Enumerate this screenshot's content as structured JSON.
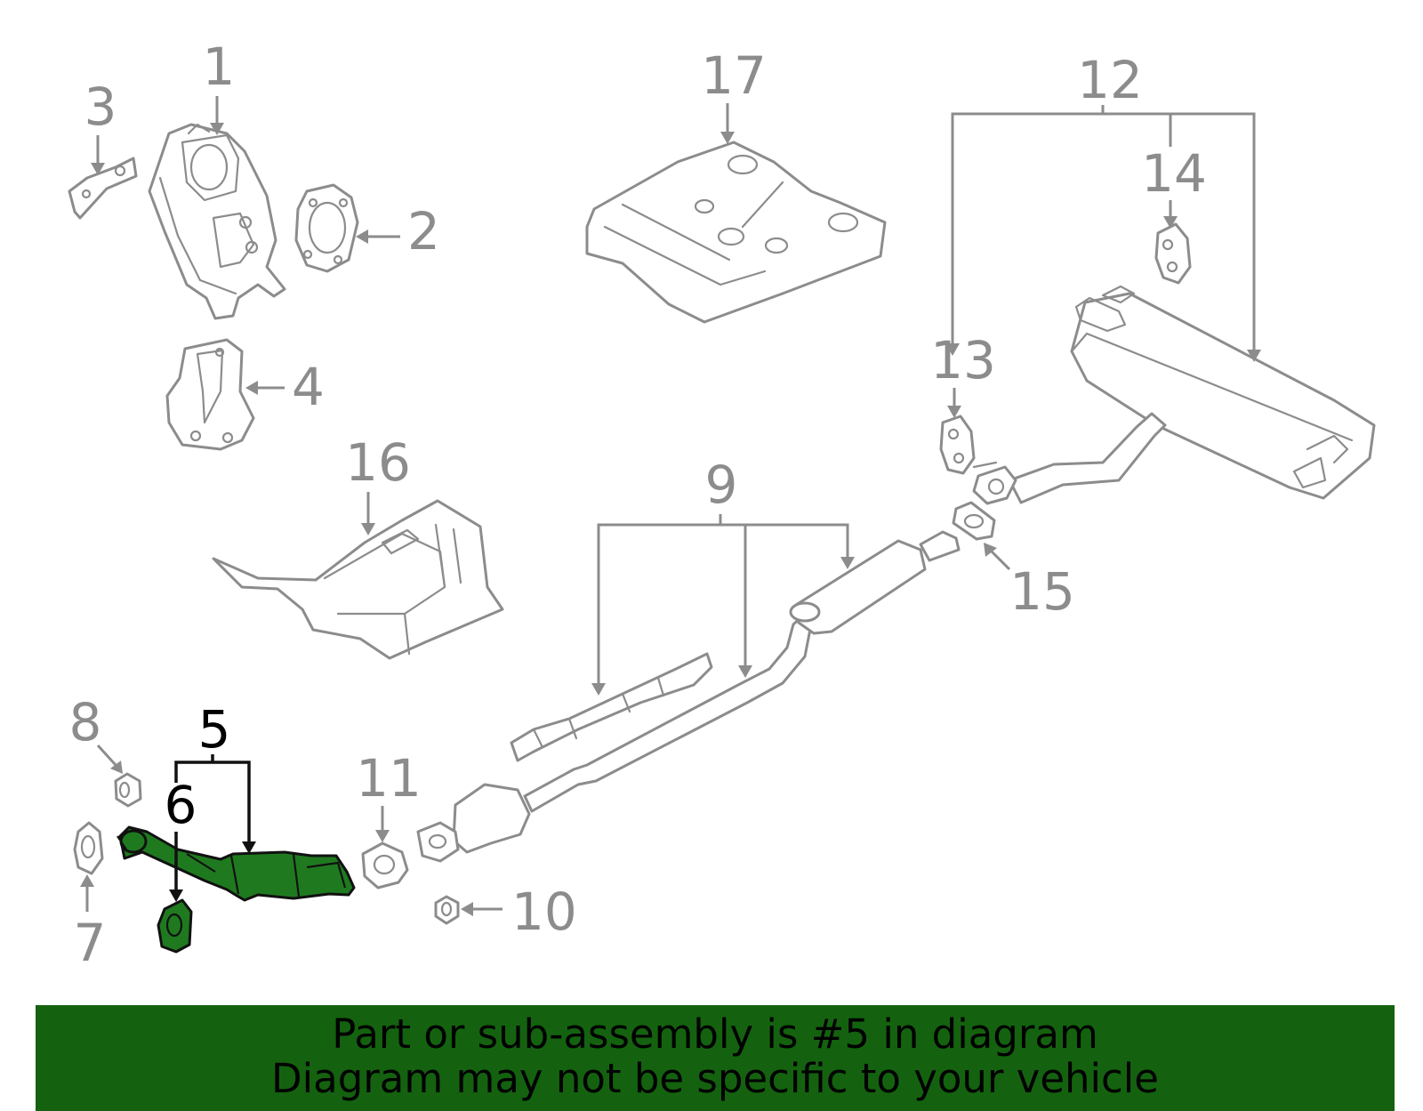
{
  "callouts": {
    "c1": "1",
    "c2": "2",
    "c3": "3",
    "c4": "4",
    "c5": "5",
    "c6": "6",
    "c7": "7",
    "c8": "8",
    "c9": "9",
    "c10": "10",
    "c11": "11",
    "c12": "12",
    "c13": "13",
    "c14": "14",
    "c15": "15",
    "c16": "16",
    "c17": "17"
  },
  "highlighted_callout": "5",
  "colors": {
    "highlight": "#1f7a1f",
    "banner": "#14620f",
    "part_outline": "#8c8c8c"
  },
  "banner": {
    "line1": "Part or sub-assembly is #5 in diagram",
    "line2": "Diagram may not be specific to your vehicle"
  }
}
